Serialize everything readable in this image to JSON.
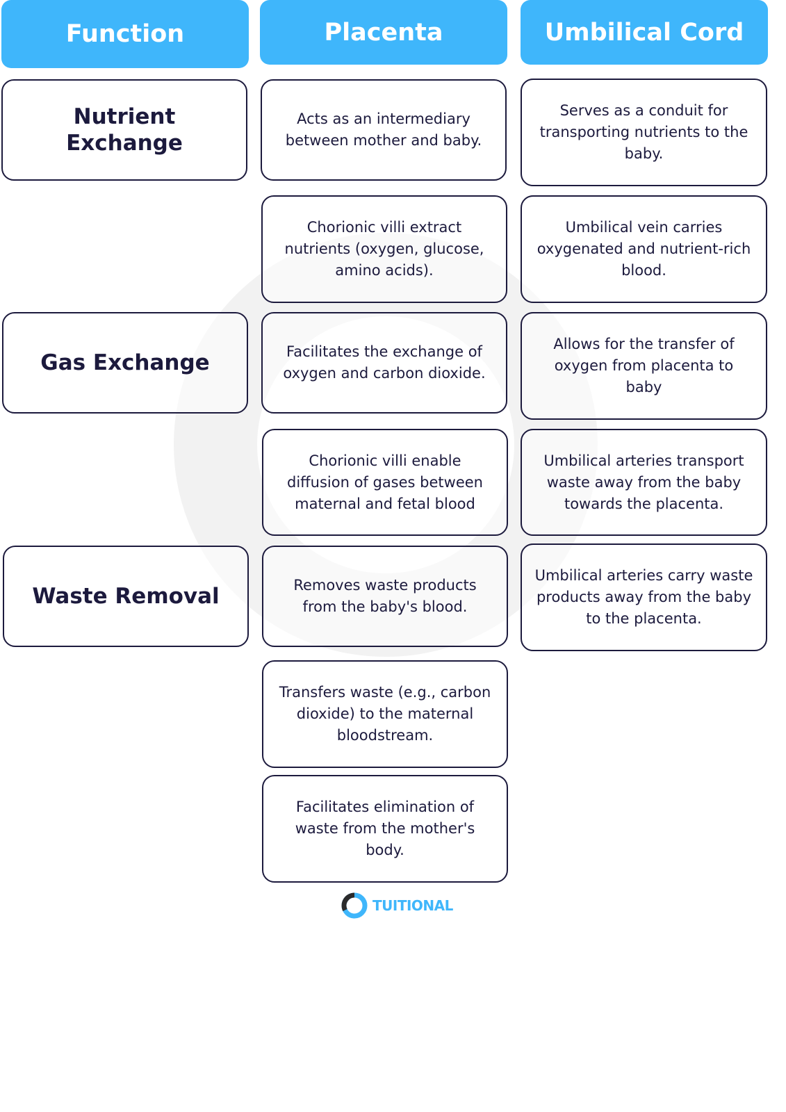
{
  "headers": {
    "function": "Function",
    "placenta": "Placenta",
    "umbilical_cord": "Umbilical Cord"
  },
  "functions": [
    "Nutrient Exchange",
    "Gas Exchange",
    "Waste Removal"
  ],
  "placenta": [
    "Acts as an intermediary between mother and baby.",
    "Chorionic villi extract nutrients (oxygen, glucose, amino acids).",
    "Facilitates the exchange of oxygen and carbon dioxide.",
    "Chorionic villi enable diffusion of gases between maternal and fetal blood",
    "Removes waste products from the baby's blood.",
    "Transfers waste (e.g., carbon dioxide) to the maternal bloodstream.",
    "Facilitates elimination of waste from the mother's body."
  ],
  "umbilical_cord": [
    "Serves as a conduit for transporting nutrients to the baby.",
    "Umbilical vein carries oxygenated and nutrient-rich blood.",
    "Allows for the transfer of oxygen from placenta to baby",
    "Umbilical arteries transport waste away from the baby towards the placenta.",
    "Umbilical arteries carry waste products away from the baby to the placenta."
  ],
  "logo": {
    "text": "TUITIONAL",
    "icon": "tuitional-ring-icon"
  },
  "colors": {
    "header_bg": "#3fb6fb",
    "text": "#1c1a3d",
    "border": "#1c1a3d",
    "logo_accent": "#3fb6fb"
  }
}
